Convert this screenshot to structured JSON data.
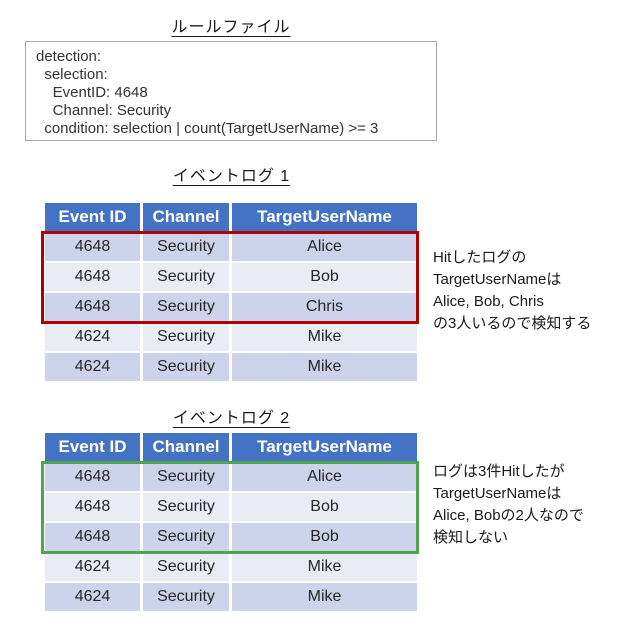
{
  "rule_file": {
    "title": "ルールファイル",
    "lines": [
      "detection:",
      "  selection:",
      "    EventID: 4648",
      "    Channel: Security",
      "  condition: selection | count(TargetUserName) >= 3"
    ]
  },
  "log1": {
    "heading": "イベントログ 1",
    "columns": [
      "Event ID",
      "Channel",
      "TargetUserName"
    ],
    "rows": [
      [
        "4648",
        "Security",
        "Alice"
      ],
      [
        "4648",
        "Security",
        "Bob"
      ],
      [
        "4648",
        "Security",
        "Chris"
      ],
      [
        "4624",
        "Security",
        "Mike"
      ],
      [
        "4624",
        "Security",
        "Mike"
      ]
    ],
    "highlight": {
      "rows": "1-3",
      "color": "#b00000"
    },
    "annotation": [
      "Hitしたログの",
      "TargetUserNameは",
      "Alice, Bob, Chris",
      "の3人いるので検知する"
    ]
  },
  "log2": {
    "heading": "イベントログ 2",
    "columns": [
      "Event ID",
      "Channel",
      "TargetUserName"
    ],
    "rows": [
      [
        "4648",
        "Security",
        "Alice"
      ],
      [
        "4648",
        "Security",
        "Bob"
      ],
      [
        "4648",
        "Security",
        "Bob"
      ],
      [
        "4624",
        "Security",
        "Mike"
      ],
      [
        "4624",
        "Security",
        "Mike"
      ]
    ],
    "highlight": {
      "rows": "1-3",
      "color": "#4da64d"
    },
    "annotation": [
      "ログは3件Hitしたが",
      "TargetUserNameは",
      "Alice, Bobの2人なので",
      "検知しない"
    ]
  },
  "colors": {
    "table_header": "#4472c4",
    "row_band_dark": "#cdd3ea",
    "row_band_light": "#e9ebf5",
    "hit_outline_1": "#b00000",
    "hit_outline_2": "#4da64d"
  }
}
